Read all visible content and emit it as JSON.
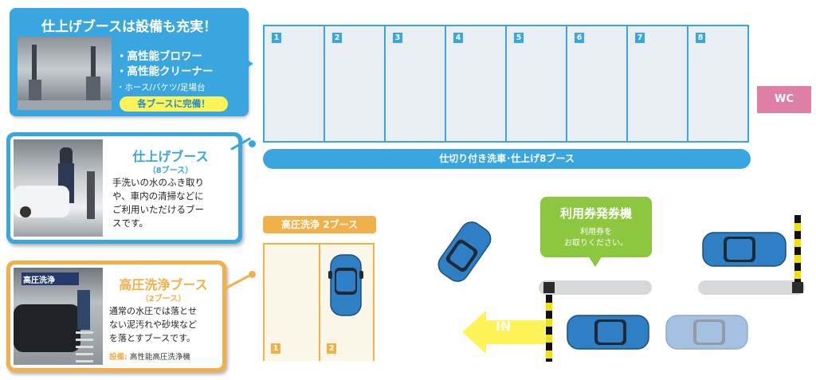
{
  "equipment_card": {
    "title": "仕上げブースは設備も充実！",
    "features": [
      "・高性能ブロワー",
      "・高性能クリーナー"
    ],
    "minor": "・ホース/バケツ/足場台",
    "pill": "各ブースに完備！"
  },
  "finish_card": {
    "title": "仕上げブース",
    "subtitle": "（8ブース）",
    "body": [
      "手洗いの水のふき取り",
      "や、車内の清掃などに",
      "ご利用いただけるブー",
      "スです。"
    ]
  },
  "hp_card": {
    "title": "高圧洗浄ブース",
    "subtitle": "（2ブース）",
    "body": [
      "通常の水圧では落とせ",
      "ない泥汚れや砂埃など",
      "を落とすブースです。"
    ],
    "equip_label": "設備:",
    "equip_value": "高性能高圧洗浄機",
    "photo_sign": "高圧洗浄"
  },
  "booths": {
    "numbers": [
      "1",
      "2",
      "3",
      "4",
      "5",
      "6",
      "7",
      "8"
    ],
    "bar_label": "仕切り付き洗車･仕上げ8ブース"
  },
  "wc": "WC",
  "high_pressure": {
    "label": "高圧洗浄 2ブース",
    "numbers": [
      "1",
      "2"
    ]
  },
  "ticket": {
    "title": "利用券発券機",
    "lines": [
      "利用券を",
      "お取りください。"
    ]
  },
  "entry": "IN",
  "colors": {
    "blue": "#3aa6df",
    "orange": "#f0b04a",
    "green": "#8dc63f",
    "pink": "#e07fa6",
    "yellow": "#fff35a",
    "car": "#2f7fc4"
  }
}
